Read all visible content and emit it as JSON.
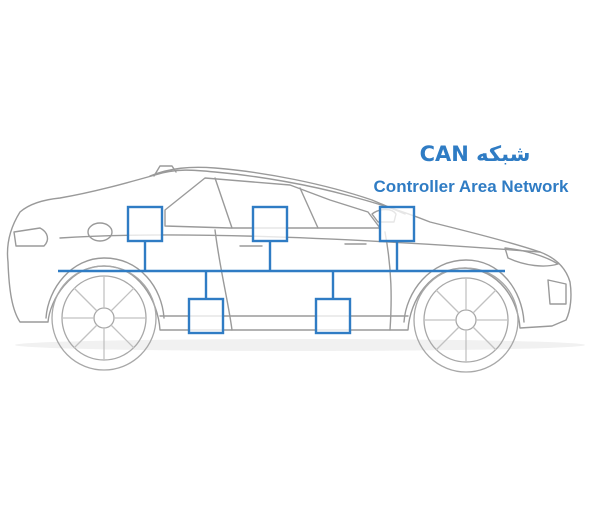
{
  "title_fa": "شبکه CAN",
  "title_en": "Controller Area Network",
  "colors": {
    "bus": "#2f7cc4",
    "car_outline": "#9a9a9a",
    "car_outline_light": "#cfcfcf",
    "background": "#ffffff"
  },
  "nodes": [
    {
      "id": "ecu-1",
      "position": "upper"
    },
    {
      "id": "ecu-2",
      "position": "upper"
    },
    {
      "id": "ecu-3",
      "position": "upper"
    },
    {
      "id": "ecu-4",
      "position": "lower"
    },
    {
      "id": "ecu-5",
      "position": "lower"
    }
  ]
}
